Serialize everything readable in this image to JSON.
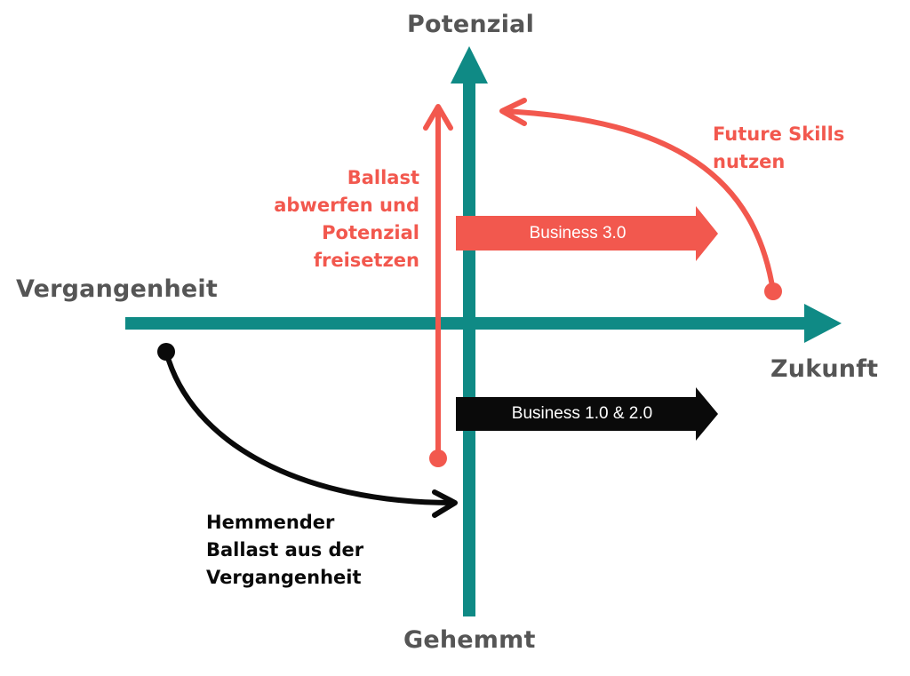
{
  "colors": {
    "axis": "#0f8a85",
    "accent_red": "#f2584e",
    "black": "#0a0a0a",
    "axis_label": "#555555"
  },
  "axes": {
    "top_label": "Potenzial",
    "bottom_label": "Gehemmt",
    "left_label": "Vergangenheit",
    "right_label": "Zukunft"
  },
  "block_arrows": {
    "business_3": "Business 3.0",
    "business_1_2": "Business 1.0 & 2.0"
  },
  "annotations": {
    "ballast_abwerfen": [
      "Ballast",
      "abwerfen und",
      "Potenzial",
      "freisetzen"
    ],
    "future_skills": [
      "Future Skills",
      "nutzen"
    ],
    "hemmender_ballast": [
      "Hemmender",
      "Ballast aus der",
      "Vergangenheit"
    ]
  }
}
